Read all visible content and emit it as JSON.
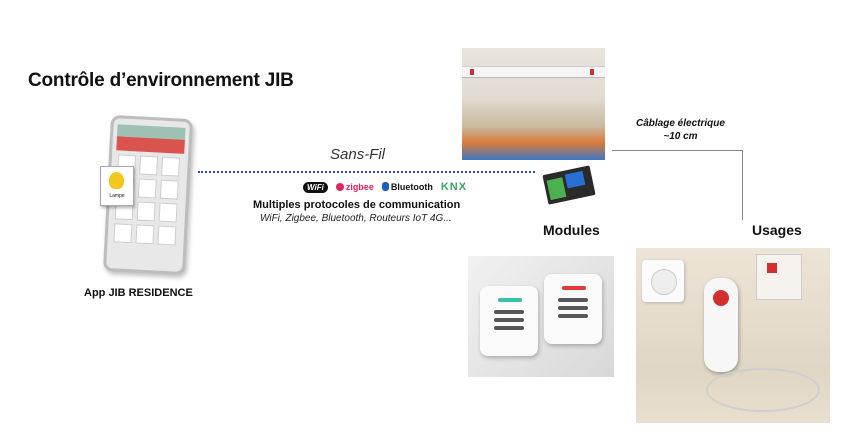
{
  "title": "Contrôle d’environnement JIB",
  "app": {
    "label": "App JIB RESIDENCE",
    "tile_label": "Lampe"
  },
  "link": {
    "wireless_label": "Sans-Fil",
    "protocols": {
      "wifi": "WiFi",
      "zigbee": "zigbee",
      "bluetooth": "Bluetooth",
      "knx": "KNX"
    },
    "heading": "Multiples protocoles de communication",
    "subheading": "WiFi, Zigbee, Bluetooth, Routeurs IoT 4G..."
  },
  "wiring": {
    "line1": "Câblage électrique",
    "line2": "~10 cm"
  },
  "sections": {
    "modules": "Modules",
    "usages": "Usages"
  },
  "colors": {
    "link_dots": "#3344aa",
    "accent_red": "#d9534f",
    "zigbee": "#e0245e",
    "knx": "#3aa66b"
  }
}
